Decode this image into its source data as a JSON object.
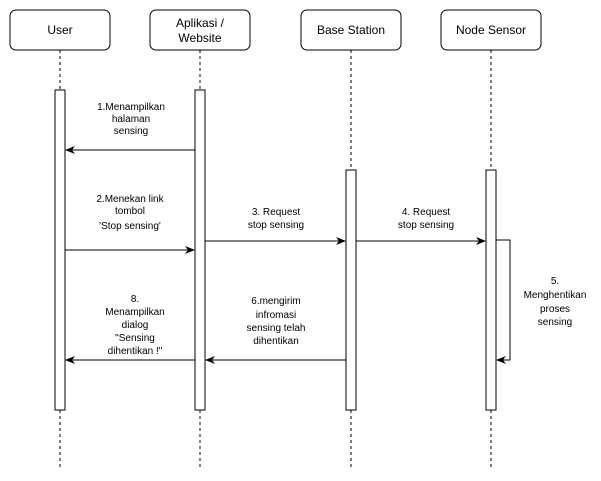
{
  "participants": [
    {
      "id": "user",
      "lines": [
        "User"
      ]
    },
    {
      "id": "app",
      "lines": [
        "Aplikasi /",
        "Website"
      ]
    },
    {
      "id": "base",
      "lines": [
        "Base Station"
      ]
    },
    {
      "id": "node",
      "lines": [
        "Node Sensor"
      ]
    }
  ],
  "messages": [
    {
      "id": "m1",
      "from": "app",
      "to": "user",
      "lines": [
        "1.Menampilkan",
        "halaman",
        "sensing"
      ]
    },
    {
      "id": "m2",
      "from": "user",
      "to": "app",
      "lines": [
        "2.Menekan link",
        "tombol",
        "'Stop sensing'"
      ]
    },
    {
      "id": "m3",
      "from": "app",
      "to": "base",
      "lines": [
        "3. Request",
        "stop sensing"
      ]
    },
    {
      "id": "m4",
      "from": "base",
      "to": "node",
      "lines": [
        "4. Request",
        "stop sensing"
      ]
    },
    {
      "id": "m5",
      "from": "node",
      "to": "node",
      "lines": [
        "5.",
        "Menghentikan",
        "proses",
        "sensing"
      ]
    },
    {
      "id": "m6",
      "from": "base",
      "to": "app",
      "lines": [
        "6.mengirim",
        "infromasi",
        "sensing telah",
        "dihentikan"
      ]
    },
    {
      "id": "m8",
      "from": "app",
      "to": "user",
      "lines": [
        "8.",
        "Menampilkan",
        "dialog",
        "\"Sensing",
        "dihentikan !\""
      ]
    }
  ]
}
